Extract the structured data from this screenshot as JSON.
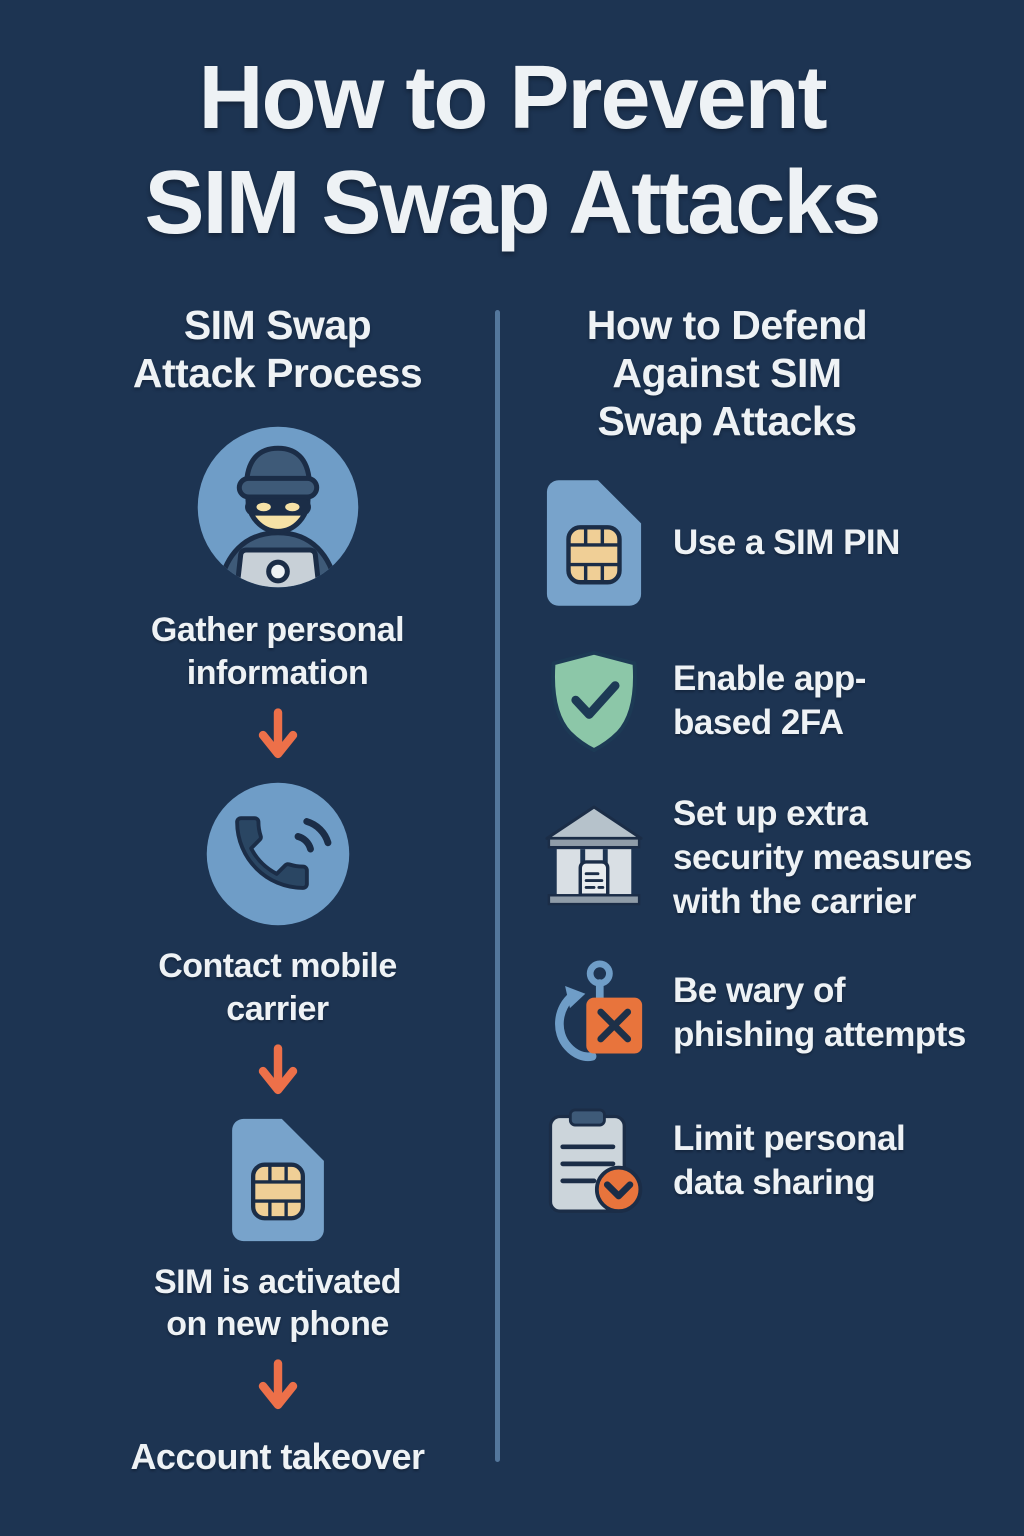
{
  "title": "How to Prevent\nSIM Swap Attacks",
  "colors": {
    "background": "#1d3452",
    "text": "#eef2f5",
    "accent_orange": "#e8743c",
    "arrow_orange": "#ed7049",
    "icon_blue": "#6f9dc7",
    "sim_blue": "#78a3cb",
    "slate_blue": "#3e5a78",
    "outline_navy": "#1b2d47",
    "face_tan": "#f6e2a6",
    "chip_gold": "#f0cf96",
    "shield_green": "#8cc7a8",
    "bank_gray": "#d9dfe4",
    "divider_blue": "#54779c"
  },
  "left_column": {
    "heading": "SIM Swap\nAttack Process",
    "steps": [
      {
        "icon": "hacker-avatar-icon",
        "label": "Gather personal\ninformation"
      },
      {
        "icon": "phone-call-icon",
        "label": "Contact mobile\ncarrier"
      },
      {
        "icon": "sim-card-icon",
        "label": "SIM is activated\non new phone"
      },
      {
        "icon": null,
        "label": "Account takeover"
      }
    ]
  },
  "right_column": {
    "heading": "How to Defend\nAgainst SIM\nSwap Attacks",
    "items": [
      {
        "icon": "sim-card-icon",
        "label": "Use a SIM PIN"
      },
      {
        "icon": "shield-check-icon",
        "label": "Enable app-\nbased 2FA"
      },
      {
        "icon": "bank-building-icon",
        "label": "Set up extra\nsecurity measures\nwith the carrier"
      },
      {
        "icon": "phishing-hook-icon",
        "label": "Be wary of\nphishing attempts"
      },
      {
        "icon": "document-check-icon",
        "label": "Limit personal\ndata sharing"
      }
    ]
  }
}
